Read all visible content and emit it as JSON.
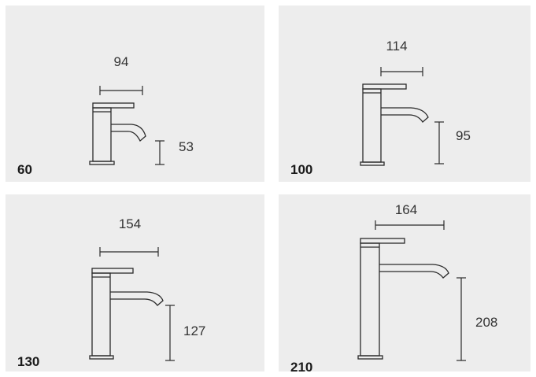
{
  "panels": [
    {
      "model": "60",
      "width_dim": "94",
      "height_dim": "53"
    },
    {
      "model": "100",
      "width_dim": "114",
      "height_dim": "95"
    },
    {
      "model": "130",
      "width_dim": "154",
      "height_dim": "127"
    },
    {
      "model": "210",
      "width_dim": "164",
      "height_dim": "208"
    }
  ]
}
